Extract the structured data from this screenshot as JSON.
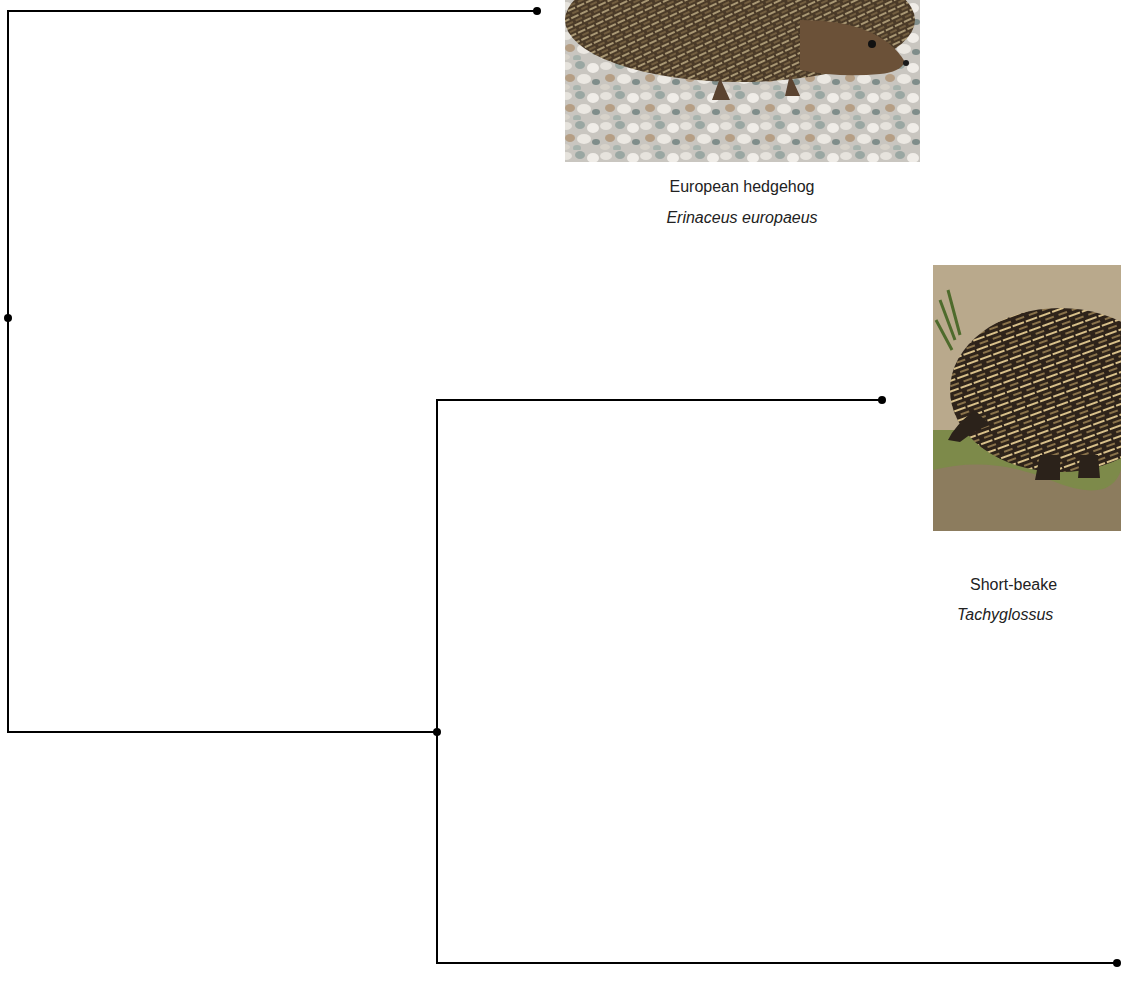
{
  "diagram": {
    "labels": [
      "European hedgehog",
      "Erinaceus europaeus",
      "Short-beake",
      "Tachyglossus"
    ]
  }
}
